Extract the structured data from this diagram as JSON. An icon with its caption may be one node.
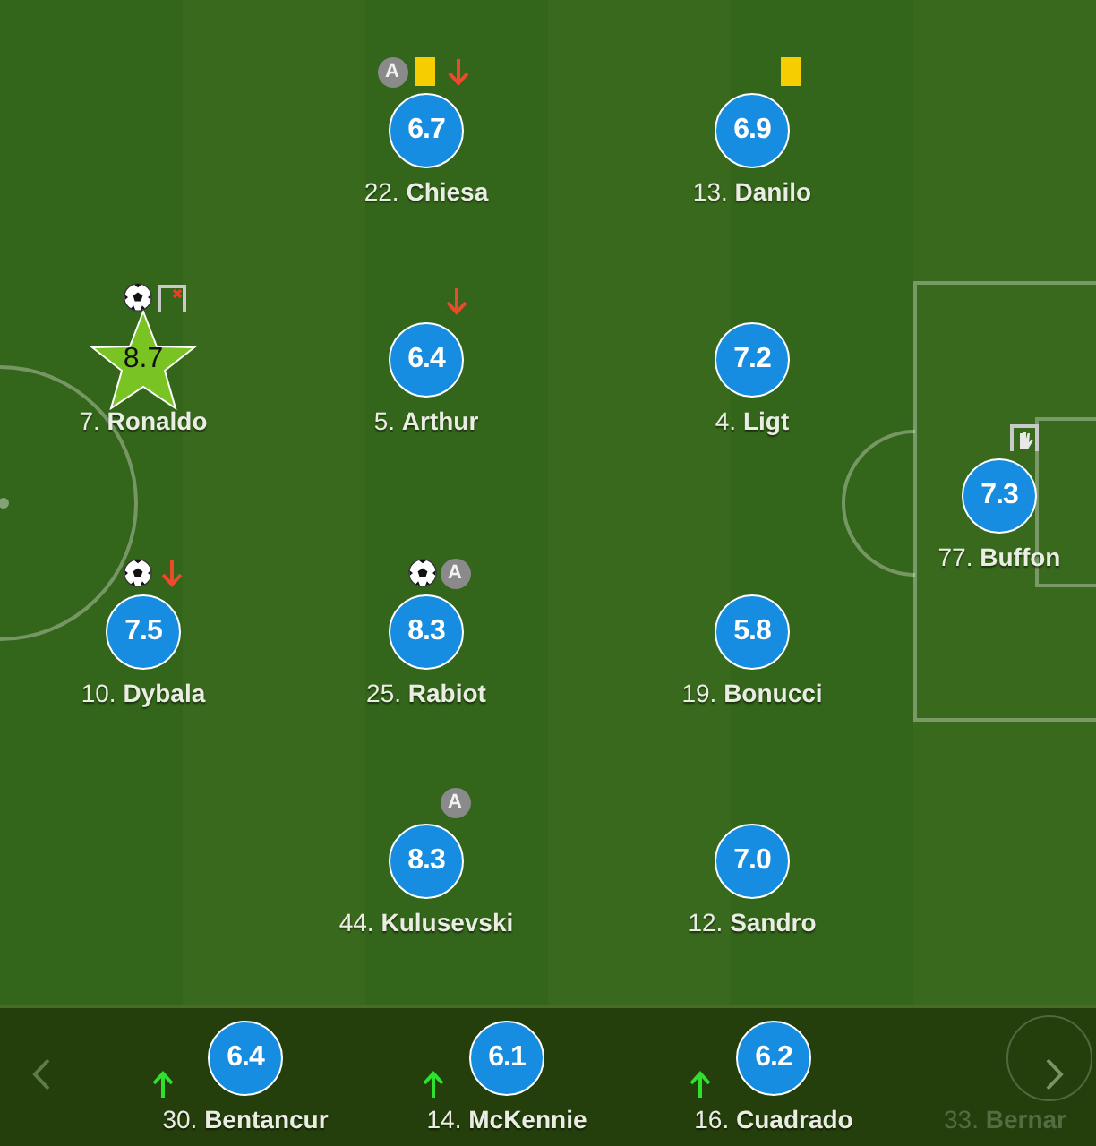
{
  "diagram": {
    "nodes": [
      {
        "text": [
          "6.7"
        ],
        "beside": [
          "A",
          "22. **Chiesa**"
        ]
      },
      {
        "text": [
          "6.9"
        ],
        "beside": [
          "13. **Danilo**"
        ]
      },
      {
        "text": [
          "8.7"
        ],
        "beside": [
          "7. **Ronaldo**"
        ]
      },
      {
        "text": [
          "6.4"
        ],
        "beside": [
          "5. **Arthur**"
        ]
      },
      {
        "text": [
          "7.2"
        ],
        "beside": [
          "4. **Ligt**"
        ]
      },
      {
        "text": [
          "7.3"
        ],
        "beside": [
          "77. **Buffon**"
        ]
      },
      {
        "text": [
          "7.5"
        ],
        "beside": [
          "10. **Dybala**"
        ]
      },
      {
        "text": [
          "8.3"
        ],
        "beside": [
          "A",
          "25. **Rabiot**"
        ]
      },
      {
        "text": [
          "5.8"
        ],
        "beside": [
          "19. **Bonucci**"
        ]
      },
      {
        "text": [
          "8.3"
        ],
        "beside": [
          "A",
          "44. **Kulusevski**"
        ]
      },
      {
        "text": [
          "7.0"
        ],
        "beside": [
          "12. **Sandro**"
        ]
      },
      {
        "text": [
          "6.4"
        ],
        "beside": [
          "30. **Bentancur**"
        ]
      },
      {
        "text": [
          "6.1"
        ],
        "beside": [
          "14. **McKennie**"
        ]
      },
      {
        "text": [
          "6.2"
        ],
        "beside": [
          "16. **Cuadrado**"
        ]
      },
      {
        "text": [],
        "shape": "circle",
        "beside": [
          "33. **Bernar**"
        ]
      }
    ]
  }
}
